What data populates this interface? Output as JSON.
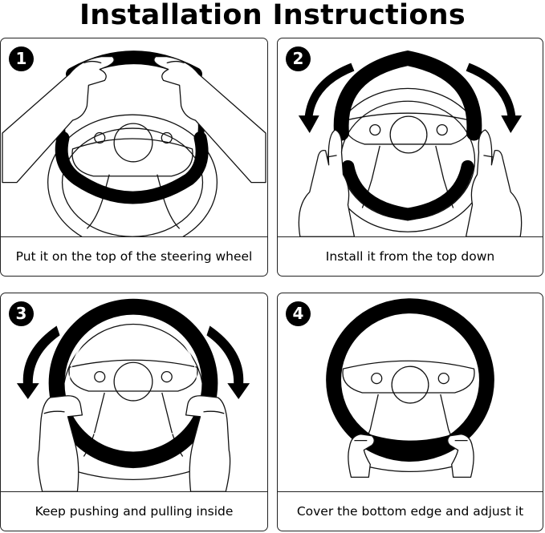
{
  "header": {
    "title": "Installation Instructions"
  },
  "steps": [
    {
      "number": "1",
      "caption": "Put it on the top of the steering wheel"
    },
    {
      "number": "2",
      "caption": "Install it from the top down"
    },
    {
      "number": "3",
      "caption": "Keep pushing and pulling inside"
    },
    {
      "number": "4",
      "caption": "Cover the bottom edge and adjust it"
    }
  ],
  "icons": {
    "wheel": "steering-wheel-icon",
    "cover": "wheel-cover-icon",
    "hands": "hand-icon",
    "arrows": "curved-arrow-icon"
  },
  "colors": {
    "cover": "#000000",
    "outline": "#222222",
    "background": "#ffffff"
  }
}
